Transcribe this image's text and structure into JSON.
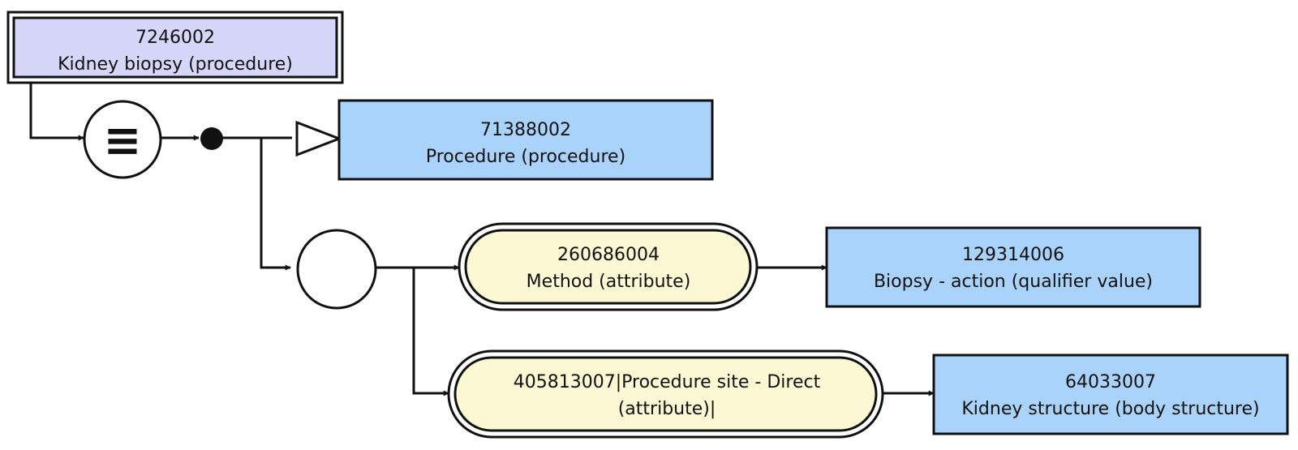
{
  "defined_concept": {
    "id": "7246002",
    "label": "Kidney biopsy (procedure)"
  },
  "definition_status_symbol": "≡",
  "parent_concept": {
    "id": "71388002",
    "label": "Procedure (procedure)"
  },
  "attributes": [
    {
      "attribute": {
        "id": "260686004",
        "label": "Method (attribute)"
      },
      "value": {
        "id": "129314006",
        "label": "Biopsy - action (qualifier value)"
      }
    },
    {
      "attribute": {
        "id": "405813007|Procedure site - Direct",
        "label": "(attribute)|"
      },
      "value": {
        "id": "64033007",
        "label": "Kidney structure (body structure)"
      }
    }
  ],
  "colors": {
    "defined_concept_fill": "#D6D6FA",
    "concept_fill": "#A9D3FA",
    "attribute_fill": "#FCF8D3",
    "stroke": "#111111"
  }
}
